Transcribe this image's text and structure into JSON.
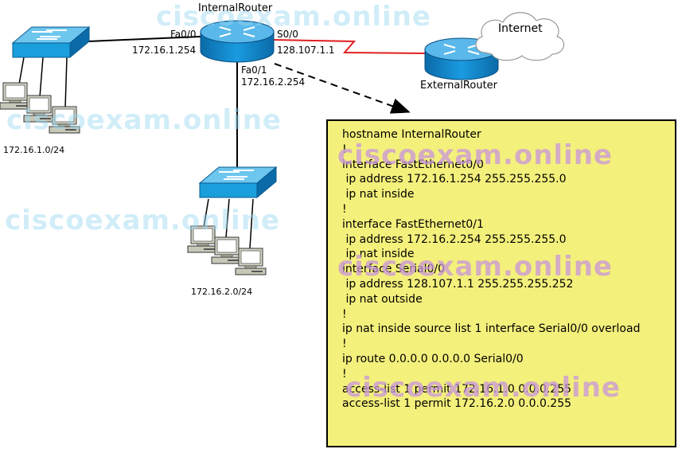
{
  "devices": {
    "internal_router": "InternalRouter",
    "external_router": "ExternalRouter",
    "internet": "Internet"
  },
  "interfaces": {
    "fa00": "Fa0/0",
    "fa00_ip": "172.16.1.254",
    "s00": "S0/0",
    "s00_ip": "128.107.1.1",
    "fa01": "Fa0/1",
    "fa01_ip": "172.16.2.254"
  },
  "networks": {
    "lan1": "172.16.1.0/24",
    "lan2": "172.16.2.0/24"
  },
  "watermark": "ciscoexam.online",
  "config": [
    "hostname InternalRouter",
    "!",
    "interface FastEthernet0/0",
    " ip address 172.16.1.254 255.255.255.0",
    " ip nat inside",
    "!",
    "interface FastEthernet0/1",
    " ip address 172.16.2.254 255.255.255.0",
    " ip nat inside",
    "",
    "interface Serial0/0",
    " ip address 128.107.1.1 255.255.255.252",
    " ip nat outside",
    "!",
    "ip nat inside source list 1 interface Serial0/0 overload",
    "!",
    "ip route 0.0.0.0 0.0.0.0 Serial0/0",
    "!",
    "access-list 1 permit 172.16.1.0 0.0.0.255",
    "access-list 1 permit 172.16.2.0 0.0.0.255"
  ],
  "colors": {
    "router": "#1a8fd0",
    "switch": "#1a9fdc",
    "serial_link": "#e02020",
    "config_bg": "#f4f07c"
  },
  "icons": {
    "router": "router-icon",
    "switch": "switch-icon",
    "pc": "pc-icon",
    "cloud": "cloud-icon"
  }
}
